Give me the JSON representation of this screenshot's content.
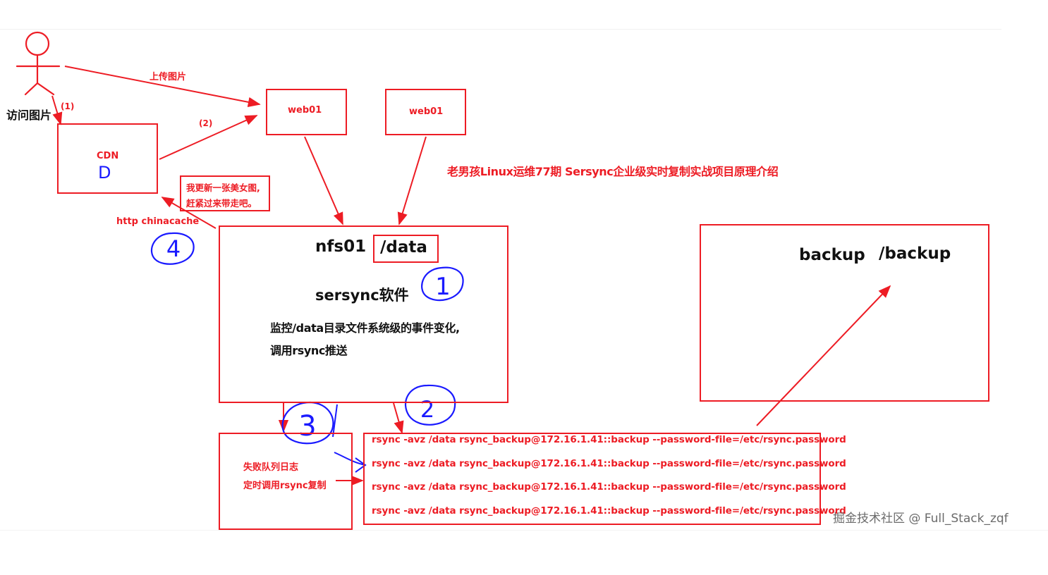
{
  "colors": {
    "accent": "#ed1c24",
    "ink": "#111111",
    "marker": "#1a1aff",
    "watermark": "#6b6b6b"
  },
  "user": {
    "label": "访问图片"
  },
  "edges": {
    "upload": "上传图片",
    "step1": "(1)",
    "step2": "(2)",
    "http": "http chinacache"
  },
  "cdn": {
    "title": "CDN",
    "mark": "D"
  },
  "note": {
    "line1": "我更新一张美女图,",
    "line2": "赶紧过来带走吧。"
  },
  "web": [
    {
      "label": "web01"
    },
    {
      "label": "web01"
    }
  ],
  "heading": "老男孩Linux运维77期 Sersync企业级实时复制实战项目原理介绍",
  "nfs": {
    "host": "nfs01",
    "path": "/data",
    "software": "sersync软件",
    "desc1": "监控/data目录文件系统级的事件变化,",
    "desc2": "调用rsync推送"
  },
  "backup": {
    "host": "backup",
    "path": "/backup"
  },
  "queue": {
    "line1": "失败队列日志",
    "line2": "定时调用rsync复制"
  },
  "commands": [
    "rsync -avz /data rsync_backup@172.16.1.41::backup --password-file=/etc/rsync.password",
    "rsync -avz /data rsync_backup@172.16.1.41::backup --password-file=/etc/rsync.password",
    "rsync -avz /data rsync_backup@172.16.1.41::backup --password-file=/etc/rsync.password",
    "rsync -avz /data rsync_backup@172.16.1.41::backup --password-file=/etc/rsync.password"
  ],
  "markers": [
    "1",
    "2",
    "3",
    "4"
  ],
  "watermark": "掘金技术社区 @ Full_Stack_zqf"
}
